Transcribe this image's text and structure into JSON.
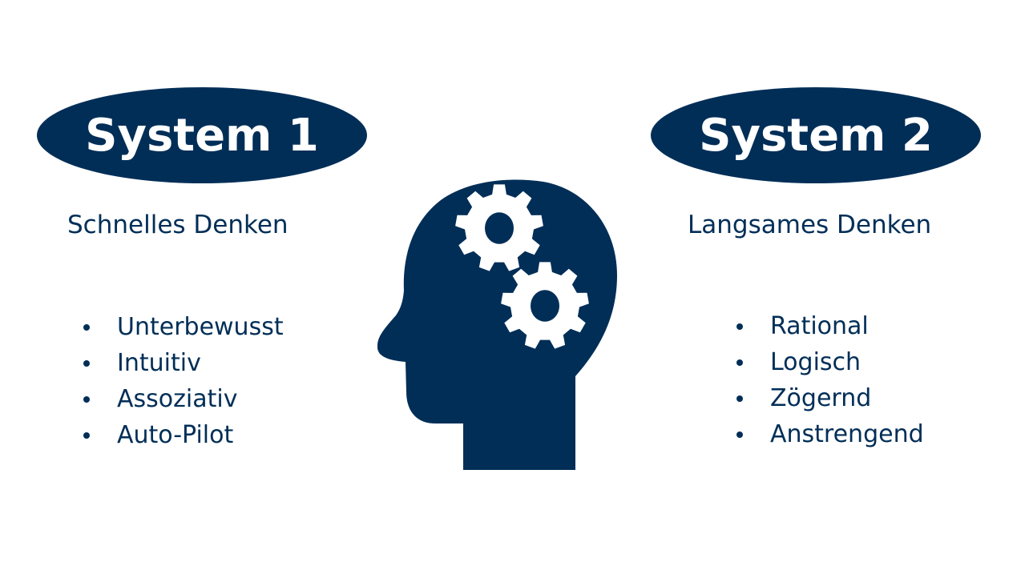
{
  "left": {
    "title": "System 1",
    "subtitle": "Schnelles Denken",
    "items": [
      "Unterbewusst",
      "Intuitiv",
      "Assoziativ",
      "Auto-Pilot"
    ]
  },
  "right": {
    "title": "System 2",
    "subtitle": "Langsames Denken",
    "items": [
      "Rational",
      "Logisch",
      "Zögernd",
      "Anstrengend"
    ]
  },
  "center": {
    "icon": "head-with-gears-icon"
  },
  "colors": {
    "primary": "#002e57",
    "background": "#ffffff",
    "gear": "#ffffff"
  }
}
